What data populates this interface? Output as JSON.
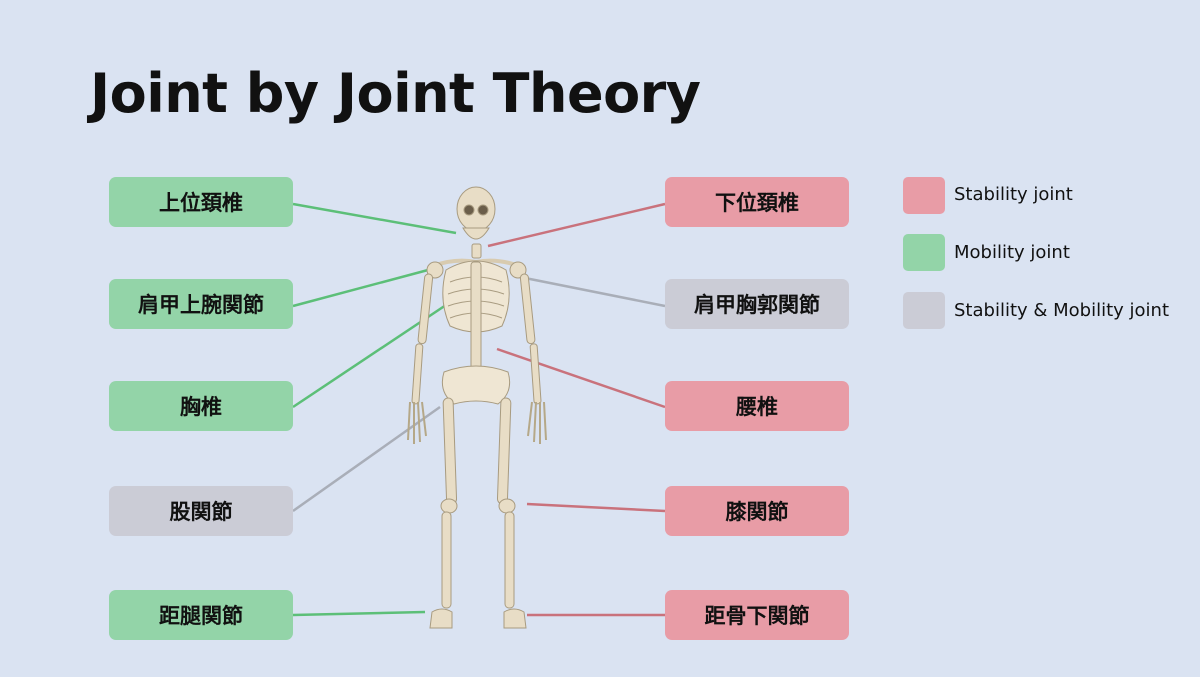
{
  "title": "Joint by Joint Theory",
  "colors": {
    "background": "#dae3f2",
    "mobility": "#93d4a8",
    "stability": "#e89ca6",
    "stability_mobility": "#cbccd6",
    "mobility_line": "#5cbf78",
    "stability_line": "#c9727c",
    "both_line": "#a9aeb8",
    "bone": "#e8ddc6"
  },
  "left_joints": [
    {
      "label": "上位頚椎",
      "type": "mobility"
    },
    {
      "label": "肩甲上腕関節",
      "type": "mobility"
    },
    {
      "label": "胸椎",
      "type": "mobility"
    },
    {
      "label": "股関節",
      "type": "stability_mobility"
    },
    {
      "label": "距腿関節",
      "type": "mobility"
    }
  ],
  "right_joints": [
    {
      "label": "下位頚椎",
      "type": "stability"
    },
    {
      "label": "肩甲胸郭関節",
      "type": "stability_mobility"
    },
    {
      "label": "腰椎",
      "type": "stability"
    },
    {
      "label": "膝関節",
      "type": "stability"
    },
    {
      "label": "距骨下関節",
      "type": "stability"
    }
  ],
  "legend": [
    {
      "label": "Stability joint",
      "type": "stability"
    },
    {
      "label": "Mobility joint",
      "type": "mobility"
    },
    {
      "label": "Stability & Mobility joint",
      "type": "stability_mobility"
    }
  ]
}
